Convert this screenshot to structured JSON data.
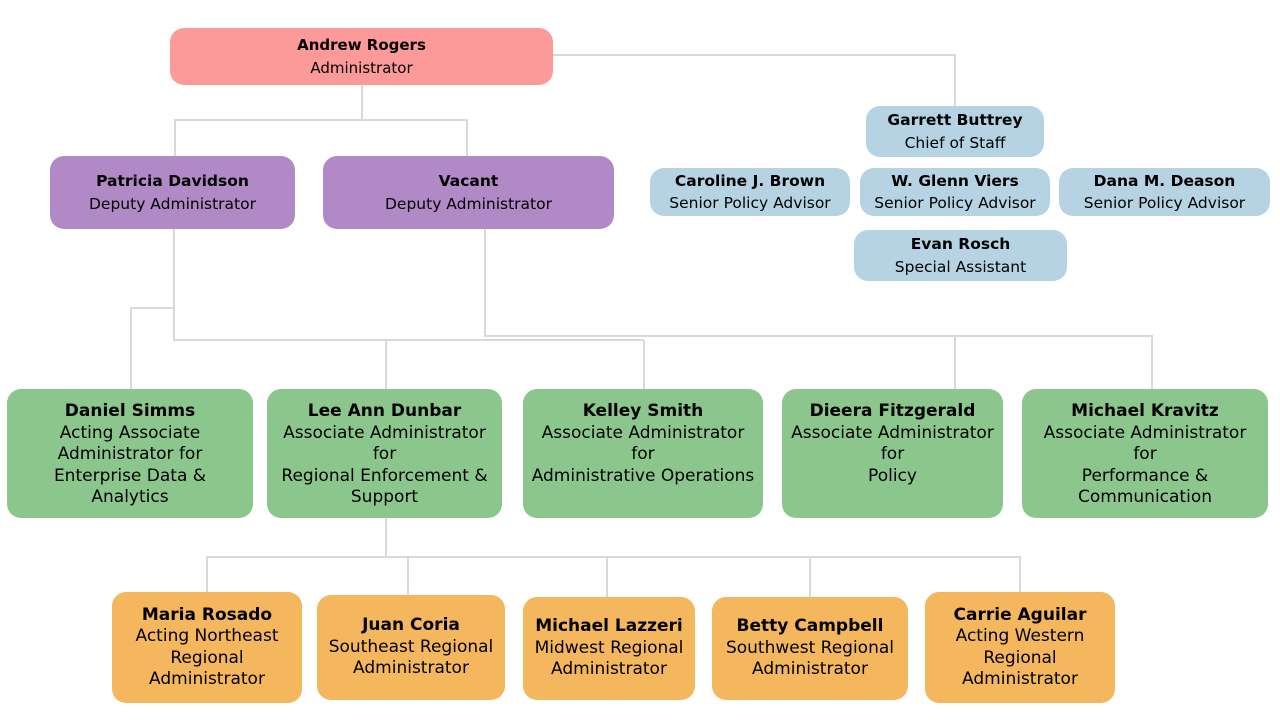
{
  "colors": {
    "administrator_fill": "#FB9A99",
    "deputy_fill": "#B189C6",
    "staff_fill": "#B5D3E3",
    "associate_fill": "#8BC78D",
    "regional_fill": "#F5B75D",
    "connector_line": "#D9D9D9",
    "text": "#000000"
  },
  "nodes": {
    "administrator": {
      "name": "Andrew Rogers",
      "title": "Administrator"
    },
    "deputy_davidson": {
      "name": "Patricia Davidson",
      "title": "Deputy Administrator"
    },
    "deputy_vacant": {
      "name": "Vacant",
      "title": "Deputy Administrator"
    },
    "chief_of_staff": {
      "name": "Garrett Buttrey",
      "title": "Chief of Staff"
    },
    "advisor_brown": {
      "name": "Caroline J. Brown",
      "title": "Senior Policy Advisor"
    },
    "advisor_viers": {
      "name": "W. Glenn Viers",
      "title": "Senior Policy Advisor"
    },
    "advisor_deason": {
      "name": "Dana M. Deason",
      "title": "Senior Policy Advisor"
    },
    "special_assistant": {
      "name": "Evan Rosch",
      "title": "Special Assistant"
    },
    "assoc_simms": {
      "name": "Daniel Simms",
      "title": "Acting Associate\nAdministrator for\nEnterprise Data &\nAnalytics"
    },
    "assoc_dunbar": {
      "name": "Lee Ann Dunbar",
      "title": "Associate Administrator\nfor\nRegional Enforcement &\nSupport"
    },
    "assoc_smith": {
      "name": "Kelley Smith",
      "title": "Associate Administrator\nfor\nAdministrative Operations"
    },
    "assoc_fitzgerald": {
      "name": "Dieera Fitzgerald",
      "title": "Associate Administrator\nfor\nPolicy"
    },
    "assoc_kravitz": {
      "name": "Michael Kravitz",
      "title": "Associate Administrator\nfor\nPerformance &\nCommunication"
    },
    "regional_rosado": {
      "name": "Maria Rosado",
      "title": "Acting Northeast\nRegional\nAdministrator"
    },
    "regional_coria": {
      "name": "Juan Coria",
      "title": "Southeast Regional\nAdministrator"
    },
    "regional_lazzeri": {
      "name": "Michael Lazzeri",
      "title": "Midwest Regional\nAdministrator"
    },
    "regional_campbell": {
      "name": "Betty Campbell",
      "title": "Southwest Regional\nAdministrator"
    },
    "regional_aguilar": {
      "name": "Carrie Aguilar",
      "title": "Acting Western\nRegional\nAdministrator"
    }
  },
  "reporting_lines": [
    {
      "from": "administrator",
      "to": "deputy_davidson"
    },
    {
      "from": "administrator",
      "to": "deputy_vacant"
    },
    {
      "from": "administrator",
      "to": "chief_of_staff"
    },
    {
      "from": "deputy_davidson",
      "to": "assoc_simms"
    },
    {
      "from": "deputy_davidson",
      "to": "assoc_dunbar"
    },
    {
      "from": "deputy_davidson",
      "to": "assoc_smith"
    },
    {
      "from": "deputy_vacant",
      "to": "assoc_fitzgerald"
    },
    {
      "from": "deputy_vacant",
      "to": "assoc_kravitz"
    },
    {
      "from": "assoc_dunbar",
      "to": "regional_rosado"
    },
    {
      "from": "assoc_dunbar",
      "to": "regional_coria"
    },
    {
      "from": "assoc_dunbar",
      "to": "regional_lazzeri"
    },
    {
      "from": "assoc_dunbar",
      "to": "regional_campbell"
    },
    {
      "from": "assoc_dunbar",
      "to": "regional_aguilar"
    }
  ]
}
